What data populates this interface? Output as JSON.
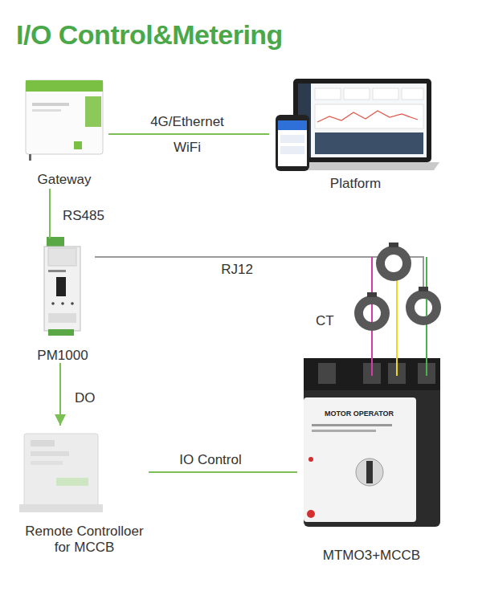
{
  "diagram": {
    "title": "I/O Control&Metering",
    "nodes": [
      {
        "text": [
          "Gateway"
        ]
      },
      {
        "text": [
          "Platform"
        ]
      },
      {
        "text": [
          "PM1000"
        ]
      },
      {
        "text": [
          "CT"
        ]
      },
      {
        "text": [
          "Remote Controlloer for MCCB"
        ]
      },
      {
        "text": [
          "MTMO3+MCCB"
        ]
      }
    ],
    "edges": [
      {
        "from": 0,
        "to": 1,
        "label": "4G/Ethernet",
        "arrow": "none"
      },
      {
        "from": 0,
        "to": 2,
        "label": "RS485",
        "arrow": "none"
      },
      {
        "from": 2,
        "to": 4,
        "label": "DO",
        "arrow": "to"
      },
      {
        "from": 4,
        "to": 5,
        "label": "IO Control",
        "arrow": "none"
      },
      {
        "from": 2,
        "to": 3,
        "label": "RJ12",
        "arrow": "none"
      },
      {
        "from": 3,
        "to": 5,
        "arrow": "none"
      },
      {
        "from": 3,
        "to": 5,
        "arrow": "none"
      },
      {
        "from": 3,
        "to": 5,
        "arrow": "none"
      }
    ],
    "labels": [
      "WiFi",
      "MOTOR OPERATOR"
    ]
  }
}
